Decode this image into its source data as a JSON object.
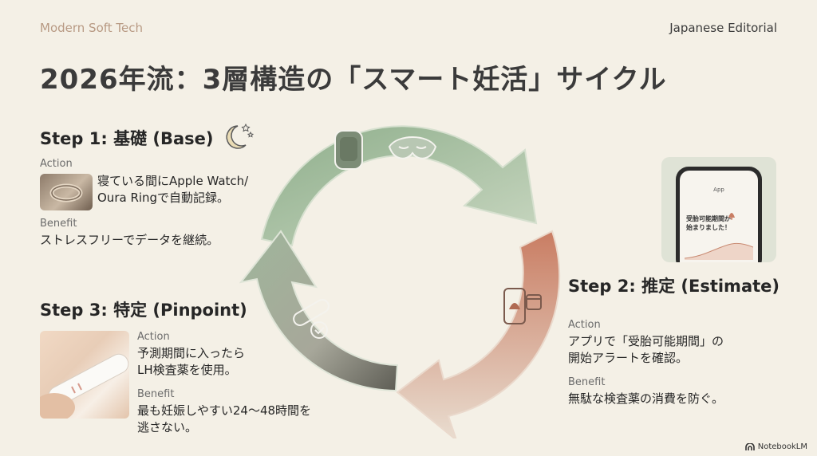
{
  "header": {
    "brand": "Modern Soft Tech",
    "edition": "Japanese Editorial",
    "title": "2026年流：3層構造の「スマート妊活」サイクル"
  },
  "step1": {
    "title": "Step 1: 基礎 (Base)",
    "action_label": "Action",
    "action_text_1": "寝ている間にApple Watch/",
    "action_text_2": "Oura Ringで自動記録。",
    "benefit_label": "Benefit",
    "benefit_text": "ストレスフリーでデータを継続。",
    "icon": "moon-stars-icon"
  },
  "step2": {
    "title": "Step 2: 推定 (Estimate)",
    "action_label": "Action",
    "action_text_1": "アプリで「受胎可能期間」の",
    "action_text_2": "開始アラートを確認。",
    "benefit_label": "Benefit",
    "benefit_text": "無駄な検査薬の消費を防ぐ。",
    "phone": {
      "app_name": "App",
      "notice_1": "受胎可能期間が",
      "notice_2": "始まりました！"
    }
  },
  "step3": {
    "title": "Step 3: 特定 (Pinpoint)",
    "action_label": "Action",
    "action_text_1": "予測期間に入ったら",
    "action_text_2": "LH検査薬を使用。",
    "benefit_label": "Benefit",
    "benefit_text_1": "最も妊娠しやすい24〜48時間を",
    "benefit_text_2": "逃さない。"
  },
  "footer": {
    "badge": "NotebookLM"
  },
  "colors": {
    "background": "#f4f0e6",
    "green_arrow": "#a9bea3",
    "terracotta_arrow": "#c98a72",
    "grey_arrow": "#6e6e66"
  }
}
